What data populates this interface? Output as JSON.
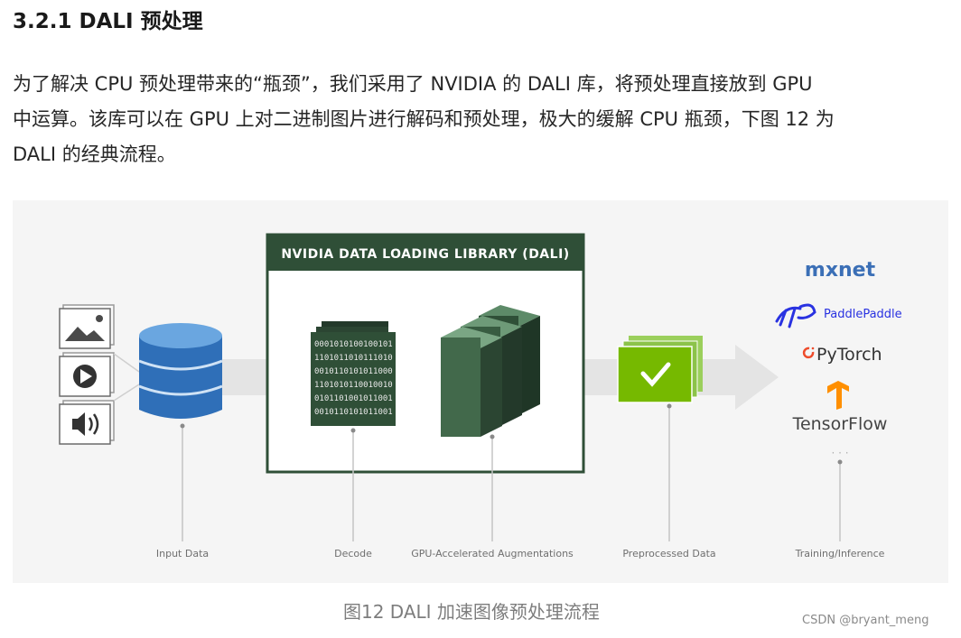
{
  "heading": "3.2.1 DALI 预处理",
  "paragraph_lines": [
    "为了解决 CPU 预处理带来的“瓶颈”，我们采用了 NVIDIA 的 DALI 库，将预处理直接放到 GPU",
    "中运算。该库可以在 GPU 上对二进制图片进行解码和预处理，极大的缓解 CPU 瓶颈，下图 12 为",
    "DALI 的经典流程。"
  ],
  "figure": {
    "dali_box_title": "NVIDIA DATA LOADING LIBRARY (DALI)",
    "binary_rows": [
      "0001010100100101",
      "1101011010111010",
      "0010110101011000",
      "1101010110010010",
      "0101101001011001",
      "0010110101011001"
    ],
    "stage_labels": [
      "Input Data",
      "Decode",
      "GPU-Accelerated Augmentations",
      "Preprocessed Data",
      "Training/Inference"
    ],
    "frameworks": [
      "mxnet",
      "PaddlePaddle",
      "PyTorch",
      "TensorFlow"
    ],
    "more_marker": "· · ·",
    "icons": [
      "image-icon",
      "play-icon",
      "speaker-icon",
      "database-icon",
      "binary-stack-icon",
      "gpu-blocks-icon",
      "checkmark-icon",
      "mxnet-logo",
      "paddle-logo",
      "pytorch-logo",
      "tensorflow-logo"
    ],
    "colors": {
      "dali_green": "#2f4f37",
      "nvidia_green": "#76b900",
      "db_blue": "#2f6fb8",
      "mxnet_blue": "#3b6fb6",
      "paddle_blue": "#2932e1",
      "pytorch_orange": "#ee4c2c",
      "tf_orange": "#ff8f00"
    }
  },
  "caption": "图12 DALI 加速图像预处理流程",
  "watermark": "CSDN @bryant_meng"
}
